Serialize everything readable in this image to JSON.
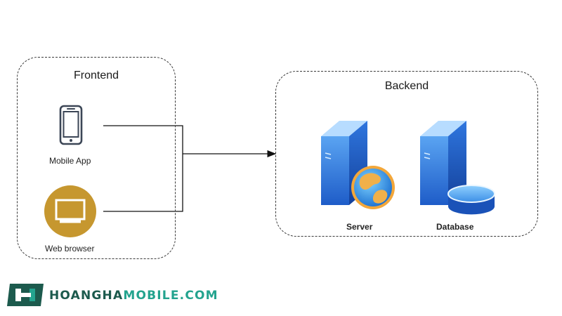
{
  "frontend": {
    "title": "Frontend",
    "nodes": [
      {
        "label": "Mobile App",
        "icon": "smartphone-icon"
      },
      {
        "label": "Web browser",
        "icon": "monitor-icon"
      }
    ]
  },
  "backend": {
    "title": "Backend",
    "nodes": [
      {
        "label": "Server",
        "icon": "server-globe-icon"
      },
      {
        "label": "Database",
        "icon": "database-server-icon"
      }
    ]
  },
  "colors": {
    "server_blue": "#2e6fd8",
    "browser_gold": "#c6972f",
    "brand_dark": "#1c5a4d",
    "brand_light": "#23a38e"
  },
  "brand": {
    "name_part1": "HOANGHA",
    "name_part2": "MOBILE.COM"
  }
}
